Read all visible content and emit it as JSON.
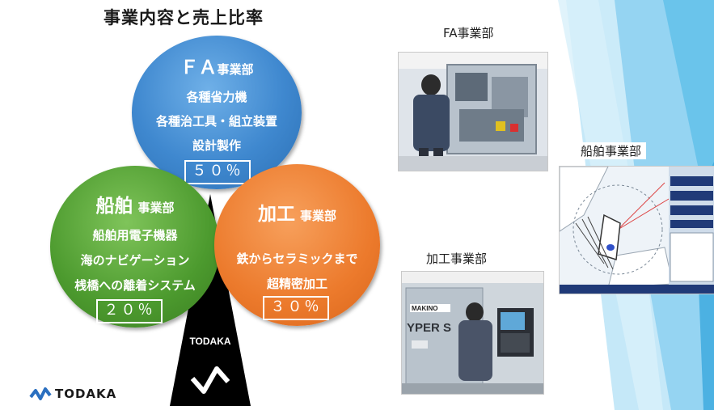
{
  "title": "事業内容と売上比率",
  "divisions": {
    "fa": {
      "name_main": "ＦＡ",
      "name_suffix": "事業部",
      "items": [
        "各種省力機",
        "各種治工具・組立装置",
        "設計製作"
      ],
      "share": "５０％",
      "color": "#3f88cf"
    },
    "ship": {
      "name_main": "船舶",
      "name_suffix": "事業部",
      "items": [
        "船舶用電子機器",
        "海のナビゲーション",
        "桟橋への離着システム"
      ],
      "share": "２０％",
      "color": "#4c9a2e"
    },
    "proc": {
      "name_main": "加工",
      "name_suffix": "事業部",
      "items": [
        "鉄からセラミックまで",
        "超精密加工"
      ],
      "share": "３０％",
      "color": "#ec7a2c"
    }
  },
  "photos": {
    "fa_label": "FA事業部",
    "ship_label": "船舶事業部",
    "proc_label": "加工事業部",
    "machine_brand": "MAKINO",
    "machine_model": "YPER S"
  },
  "logo": {
    "text": "TODAKA"
  },
  "accent_color": "#29a3e0"
}
